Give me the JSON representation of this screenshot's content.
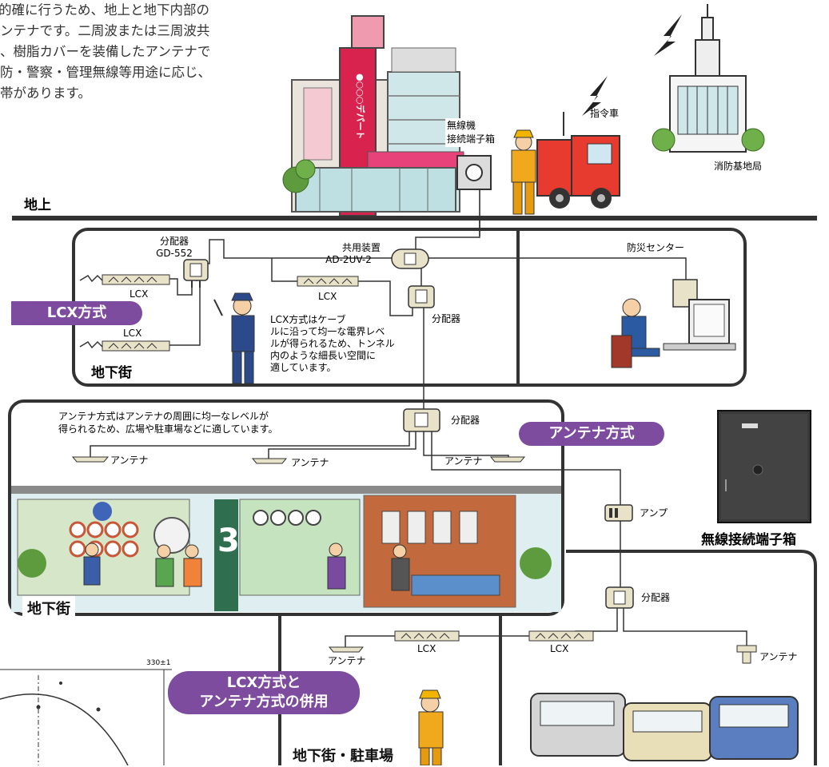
{
  "intro": {
    "lines": [
      "的確に行うため、地上と地下内部の",
      "ンテナです。二周波または三周波共",
      "、樹脂カバーを装備したアンテナで",
      "防・警察・管理無線等用途に応じ、",
      "帯があります。"
    ]
  },
  "surface": {
    "ground_label": "地上",
    "radio_box_label_1": "無線機",
    "radio_box_label_2": "接続端子箱",
    "dept_store_sign": "●○○○デパート",
    "command_car": "指令車",
    "base_station": "消防基地局"
  },
  "lcx_section": {
    "splitter_title": "分配器",
    "splitter_model": "GD-552",
    "shared_title": "共用装置",
    "shared_model": "AD-2UV-2",
    "lcx_top": "LCX",
    "lcx_mid": "LCX",
    "lcx_bottom": "LCX",
    "splitter2": "分配器",
    "method_pill": "LCX方式",
    "note_lines": [
      "LCX方式はケーブ",
      "ルに沿って均一な電界レベ",
      "ルが得られるため、トンネル",
      "内のような細長い空間に",
      "適しています。"
    ],
    "area_label": "地下街",
    "disaster_center": "防災センター"
  },
  "antenna_section": {
    "note_line1": "アンテナ方式はアンテナの周囲に均一なレベルが",
    "note_line2": "得られるため、広場や駐車場などに適しています。",
    "splitter": "分配器",
    "method_pill": "アンテナ方式",
    "antenna_1": "アンテナ",
    "antenna_2": "アンテナ",
    "antenna_3": "アンテナ",
    "shop_number": "3",
    "area_label": "地下街"
  },
  "combined_section": {
    "amp": "アンプ",
    "splitter": "分配器",
    "lcx_left": "LCX",
    "lcx_right": "LCX",
    "antenna_left": "アンテナ",
    "antenna_right": "アンテナ",
    "method_pill_line1": "LCX方式と",
    "method_pill_line2": "アンテナ方式の併用",
    "area_label": "地下街・駐車場"
  },
  "product": {
    "caption": "無線接続端子箱"
  },
  "drawing": {
    "dimension": "330±1"
  }
}
